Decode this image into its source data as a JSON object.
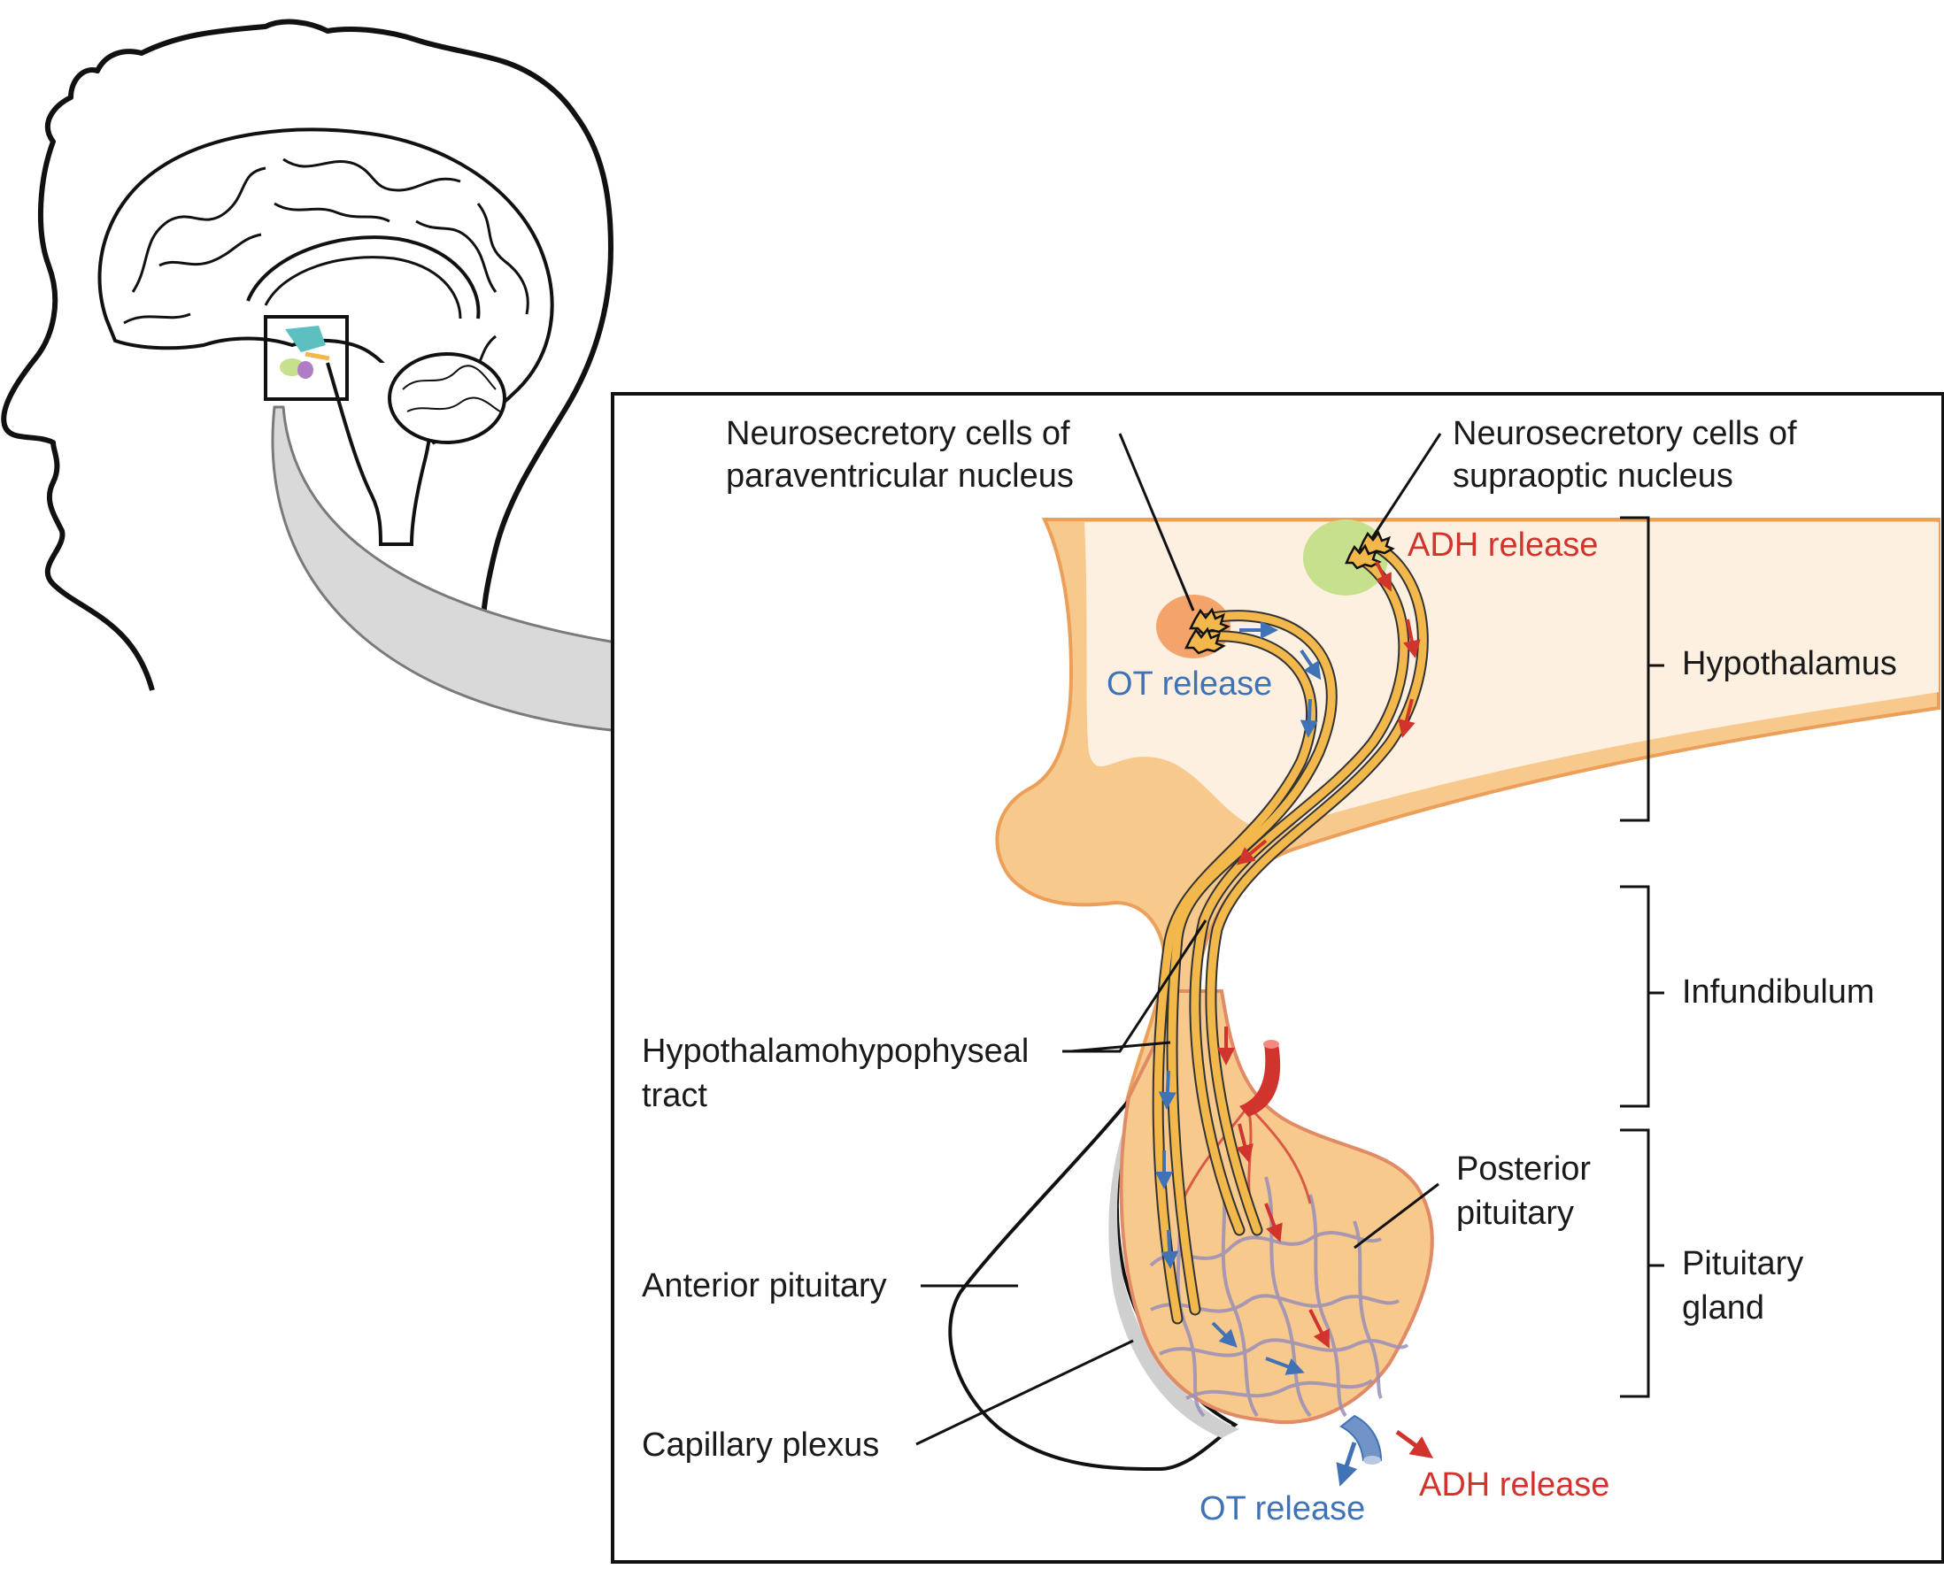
{
  "labels": {
    "paraventricular": [
      "Neurosecretory cells of",
      "paraventricular nucleus"
    ],
    "supraoptic": [
      "Neurosecretory cells of",
      "supraoptic nucleus"
    ],
    "adh_release_top": "ADH release",
    "ot_release_top": "OT release",
    "tract": [
      "Hypothalamohypophyseal",
      "tract"
    ],
    "anterior_pituitary": "Anterior pituitary",
    "capillary_plexus": "Capillary plexus",
    "posterior_pituitary": [
      "Posterior",
      "pituitary"
    ],
    "ot_release_bottom": "OT release",
    "adh_release_bottom": "ADH release",
    "hypothalamus": "Hypothalamus",
    "infundibulum": "Infundibulum",
    "pituitary_gland": [
      "Pituitary",
      "gland"
    ]
  },
  "colors": {
    "ot": "#3f73b5",
    "adh": "#d0342c",
    "tissue": "#f7c98d",
    "tissue_light": "#fdf0e0",
    "axon": "#f2b84b",
    "nucleus_paraventricular": "#f4a46a",
    "nucleus_supraoptic": "#c6e08e",
    "vessel": "#9a8fb8",
    "artery": "#d0342c"
  }
}
